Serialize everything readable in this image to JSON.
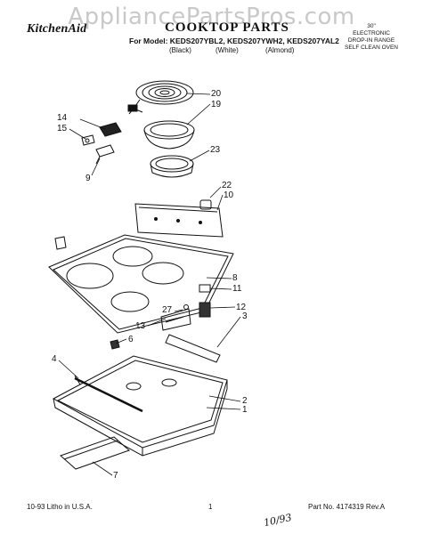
{
  "watermark": "AppliancePartsPros.com",
  "header": {
    "brand": "KitchenAid",
    "title": "COOKTOP PARTS",
    "models_line": "For Model: KEDS207YBL2, KEDS207YWH2, KEDS207YAL2",
    "variants": [
      "(Black)",
      "(White)",
      "(Almond)"
    ],
    "description": [
      "30\"",
      "ELECTRONIC",
      "DROP-IN RANGE",
      "SELF CLEAN OVEN"
    ]
  },
  "callouts": [
    "20",
    "19",
    "23",
    "14",
    "15",
    "9",
    "22",
    "10",
    "8",
    "11",
    "12",
    "3",
    "13",
    "27",
    "6",
    "4",
    "2",
    "1",
    "7"
  ],
  "footer": {
    "print_info": "10-93 Litho in U.S.A.",
    "page_number": "1",
    "part_number": "Part No. 4174319 Rev.A",
    "handwritten": "10/93"
  },
  "colors": {
    "ink": "#111111",
    "watermark": "#c9c9c9"
  }
}
